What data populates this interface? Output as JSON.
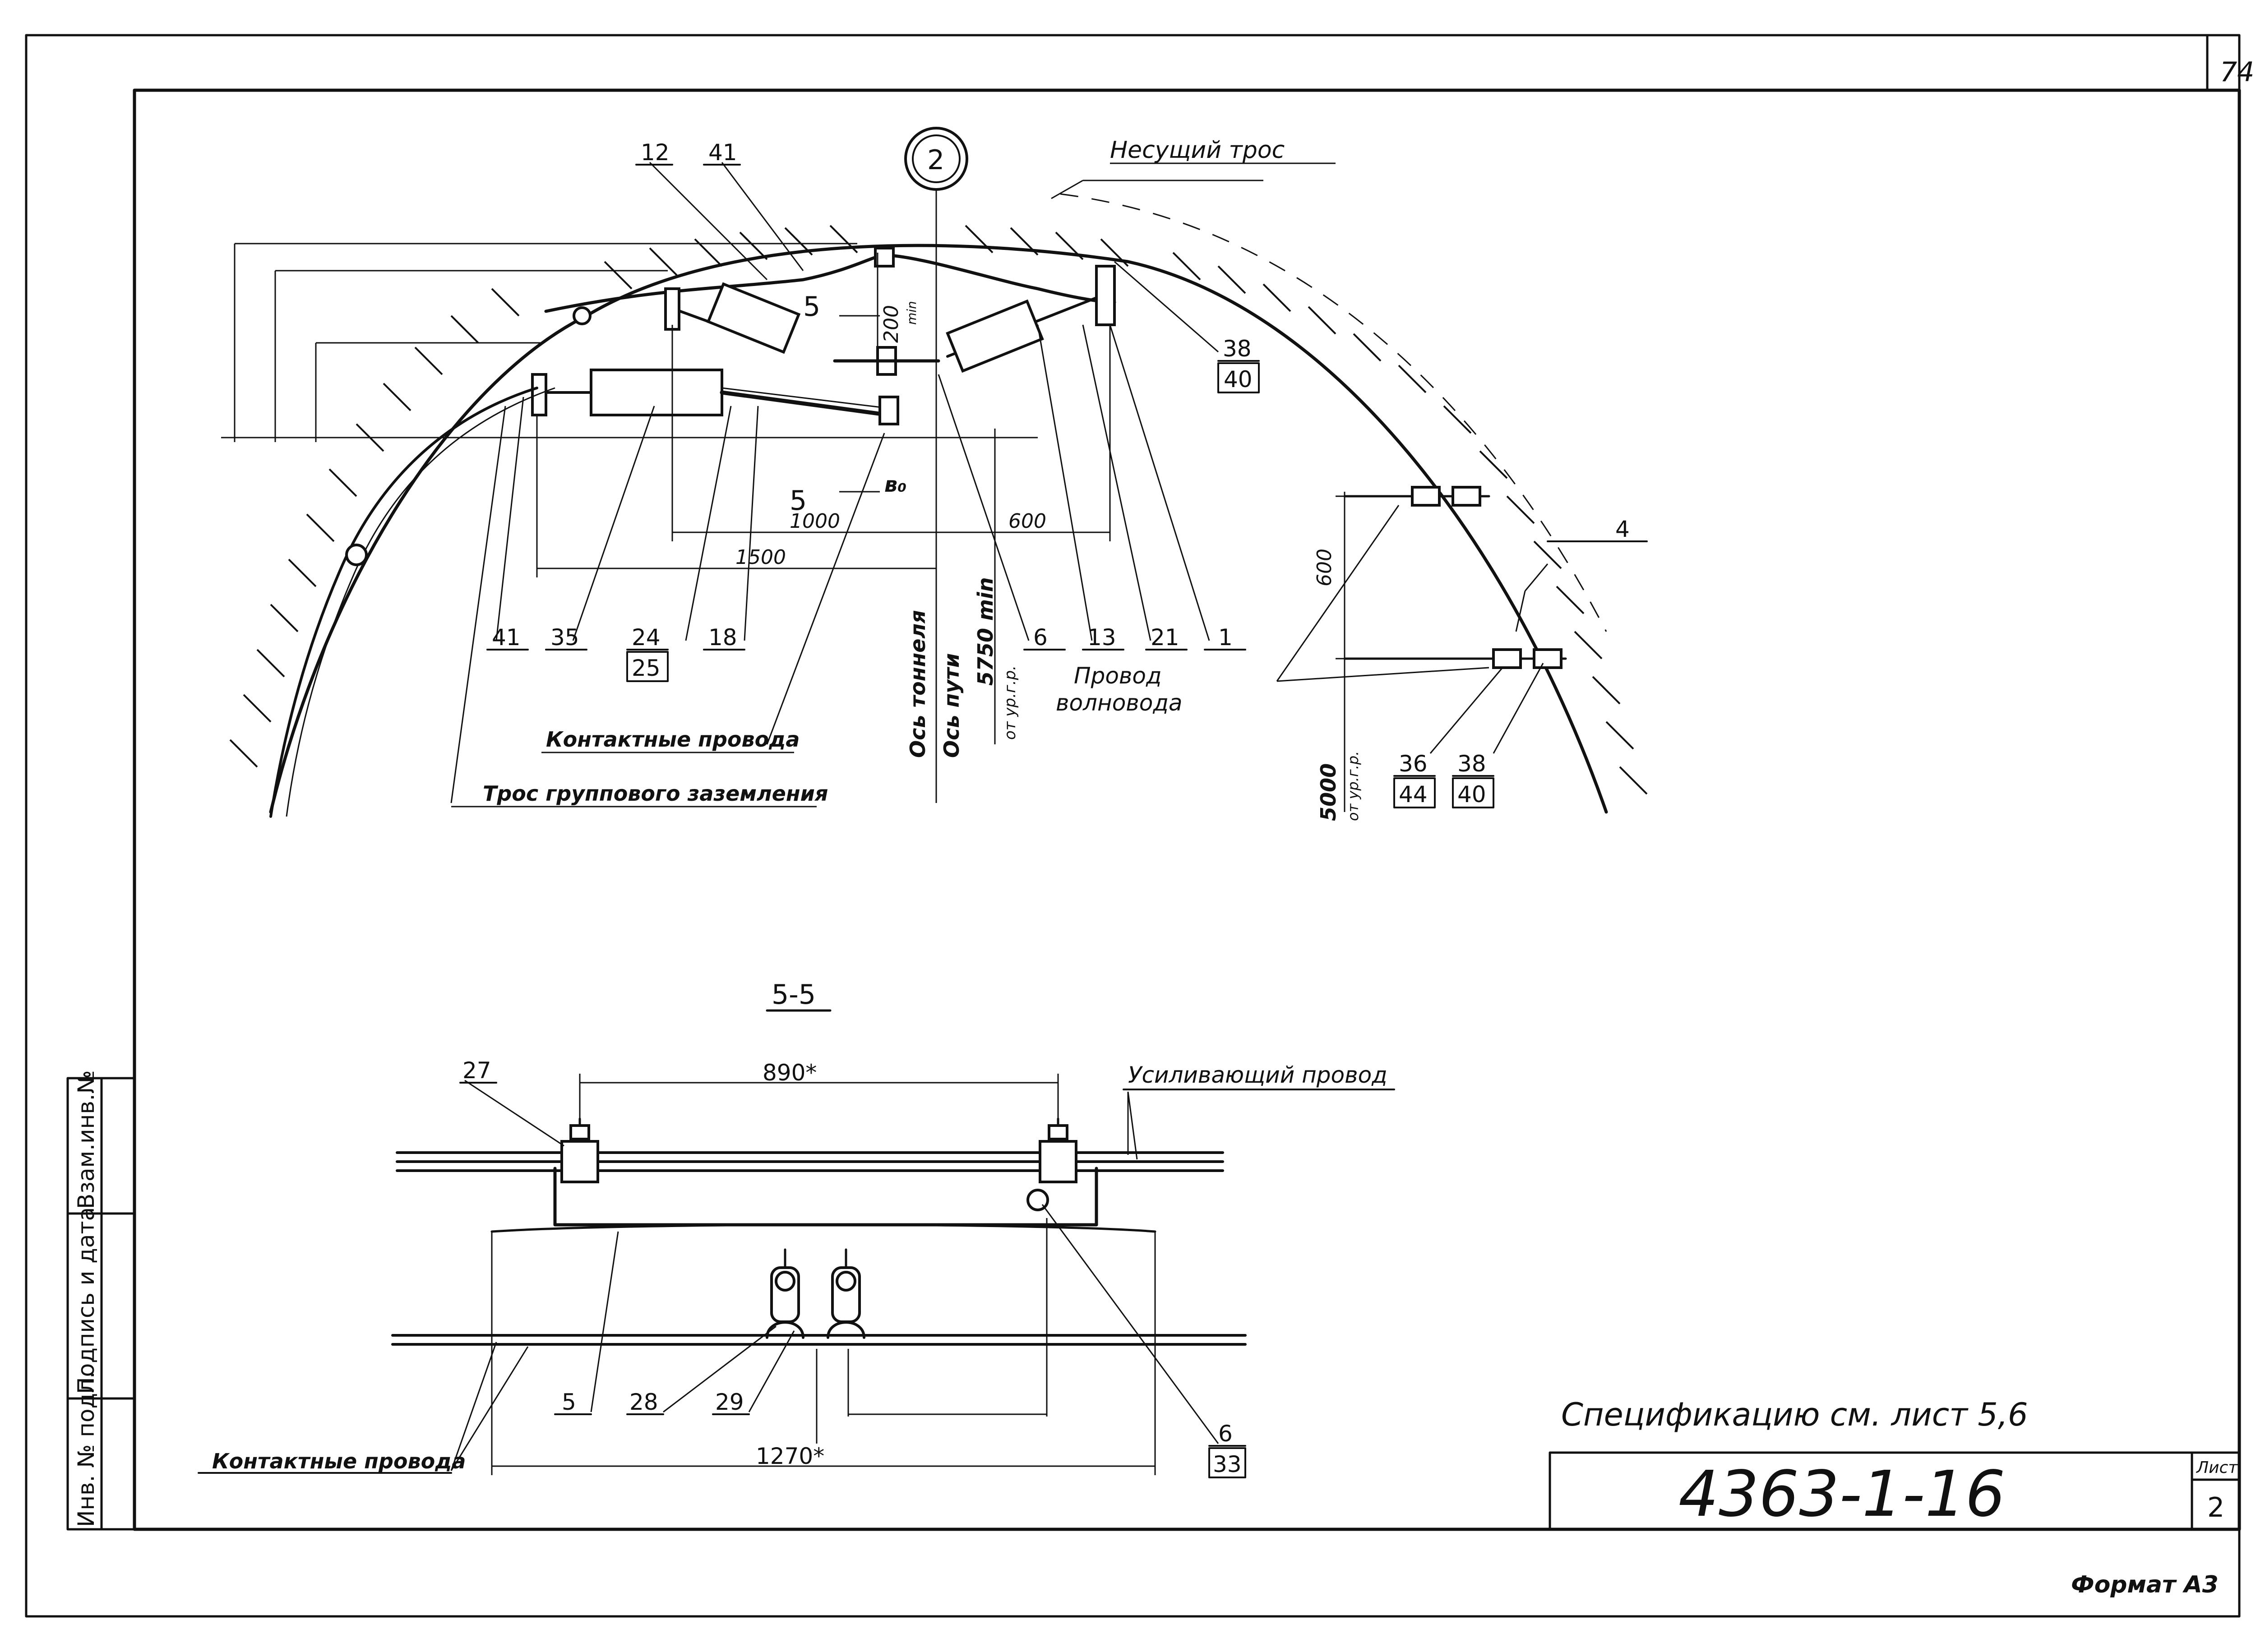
{
  "sheet": {
    "page_number": "74",
    "node_marker": "2",
    "format": "Формат А3",
    "spec_note": "Спецификацию см. лист 5,6",
    "doc_code": "4363-1-16",
    "sheet_label": "Лист",
    "sheet_no": "2"
  },
  "side_stamp": {
    "inv_no": "Инв. № подл.",
    "sign_date": "Подпись и дата",
    "replace_inv": "Взам.инв.№"
  },
  "top_view": {
    "labels": {
      "carrier_cable": "Несущий трос",
      "contact_wires": "Контактные провода",
      "ground_cable": "Трос группового заземления",
      "waveguide_line1": "Провод",
      "waveguide_line2": "волновода",
      "tunnel_axis": "Ось тоннеля",
      "track_axis": "Ось пути",
      "height_5750": "5750 min",
      "height_5750_sub": "от ур.г.р.",
      "height_5000": "5000",
      "height_5000_sub": "от ур.г.р."
    },
    "dims": {
      "d1000": "1000",
      "d1500": "1500",
      "d600h": "600",
      "d600v": "600",
      "d200": "200",
      "d200_sub": "min",
      "b0": "в₀",
      "section_mark": "5"
    },
    "positions": {
      "p12": "12",
      "p41a": "41",
      "p38": "38",
      "p40a": "40",
      "p41b": "41",
      "p35": "35",
      "p24": "24",
      "p25": "25",
      "p18": "18",
      "p6": "6",
      "p13": "13",
      "p21": "21",
      "p1": "1",
      "p4": "4",
      "p36": "36",
      "p44": "44",
      "p38b": "38",
      "p40b": "40"
    }
  },
  "section_55": {
    "title": "5-5",
    "reinforcing_wire": "Усиливающий провод",
    "contact_wires": "Контактные провода",
    "dim_890": "890*",
    "dim_1270": "1270*",
    "positions": {
      "p27": "27",
      "p5": "5",
      "p28": "28",
      "p29": "29",
      "p6": "6",
      "p33": "33"
    }
  }
}
